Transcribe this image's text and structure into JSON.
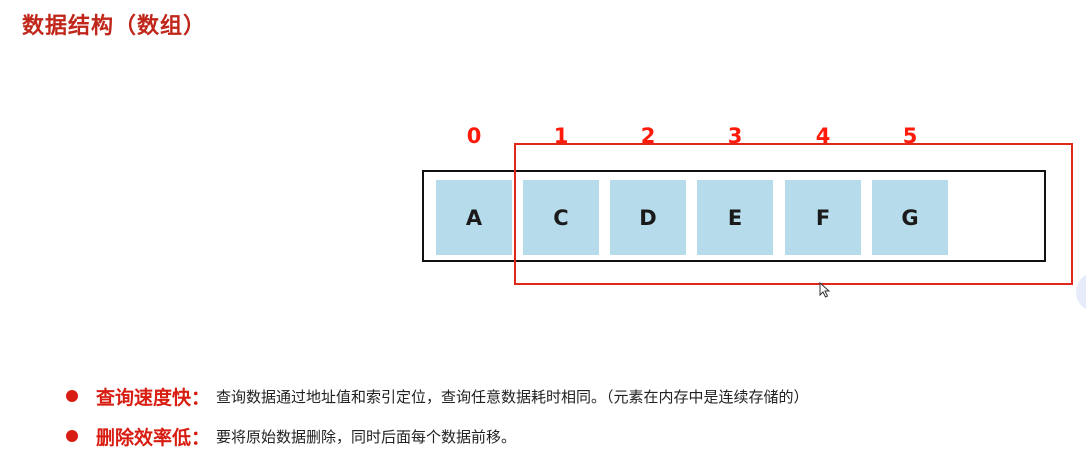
{
  "page": {
    "title": "数据结构（数组）"
  },
  "array": {
    "indices": [
      "0",
      "1",
      "2",
      "3",
      "4",
      "5"
    ],
    "cells": [
      "A",
      "C",
      "D",
      "E",
      "F",
      "G"
    ]
  },
  "bullets": [
    {
      "head": "查询速度快：",
      "text": "查询数据通过地址值和索引定位，查询任意数据耗时相同。（元素在内存中是连续存储的）"
    },
    {
      "head": "删除效率低：",
      "text": "要将原始数据删除，同时后面每个数据前移。"
    }
  ],
  "colors": {
    "title": "#c0261a",
    "index": "#ff1a0a",
    "cell_fill": "#b6dbea",
    "highlight_box": "#e0271a",
    "bullet": "#d81e12"
  }
}
